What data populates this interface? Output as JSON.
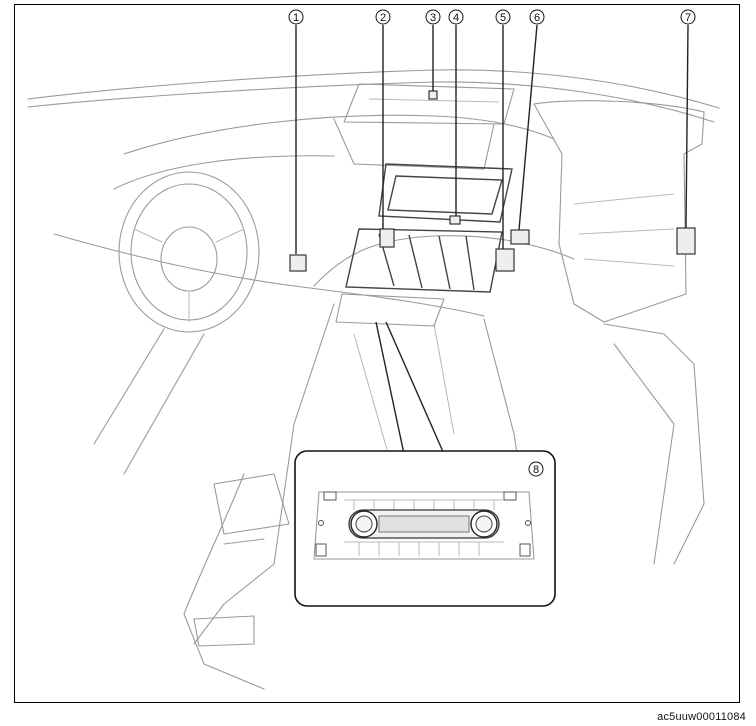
{
  "callouts": [
    {
      "id": "c1",
      "label": "1"
    },
    {
      "id": "c2",
      "label": "2"
    },
    {
      "id": "c3",
      "label": "3"
    },
    {
      "id": "c4",
      "label": "4"
    },
    {
      "id": "c5",
      "label": "5"
    },
    {
      "id": "c6",
      "label": "6"
    },
    {
      "id": "c7",
      "label": "7"
    },
    {
      "id": "c8",
      "label": "8"
    }
  ],
  "figure_code": "ac5uuw00011084",
  "colors": {
    "frame": "#000000",
    "line": "#9a9a9a",
    "highlight": "#333333",
    "label": "#111111"
  }
}
